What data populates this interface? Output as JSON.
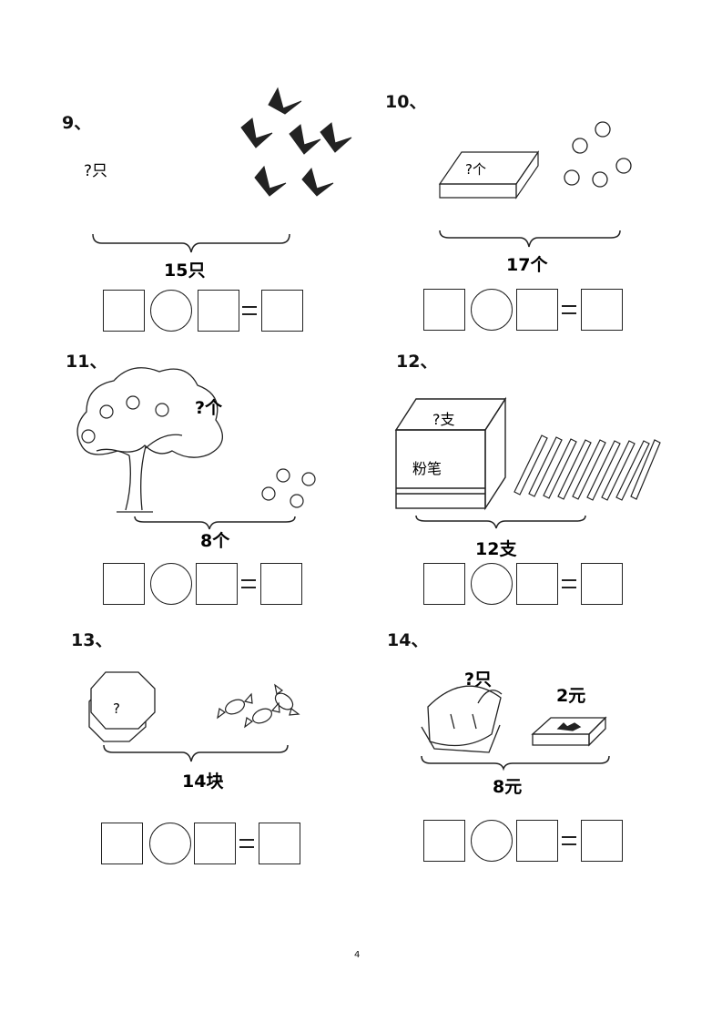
{
  "problems": [
    {
      "number": "9、",
      "unknown": "?只",
      "total": "15只"
    },
    {
      "number": "10、",
      "unknown": "?个",
      "total": "17个"
    },
    {
      "number": "11、",
      "unknown": "?个",
      "total": "8个"
    },
    {
      "number": "12、",
      "unknown": "?支",
      "box_label": "粉笔",
      "total": "12支"
    },
    {
      "number": "13、",
      "unknown": "?",
      "total": "14块"
    },
    {
      "number": "14、",
      "unknown": "?只",
      "price": "2元",
      "total": "8元"
    }
  ],
  "page_number": "4"
}
